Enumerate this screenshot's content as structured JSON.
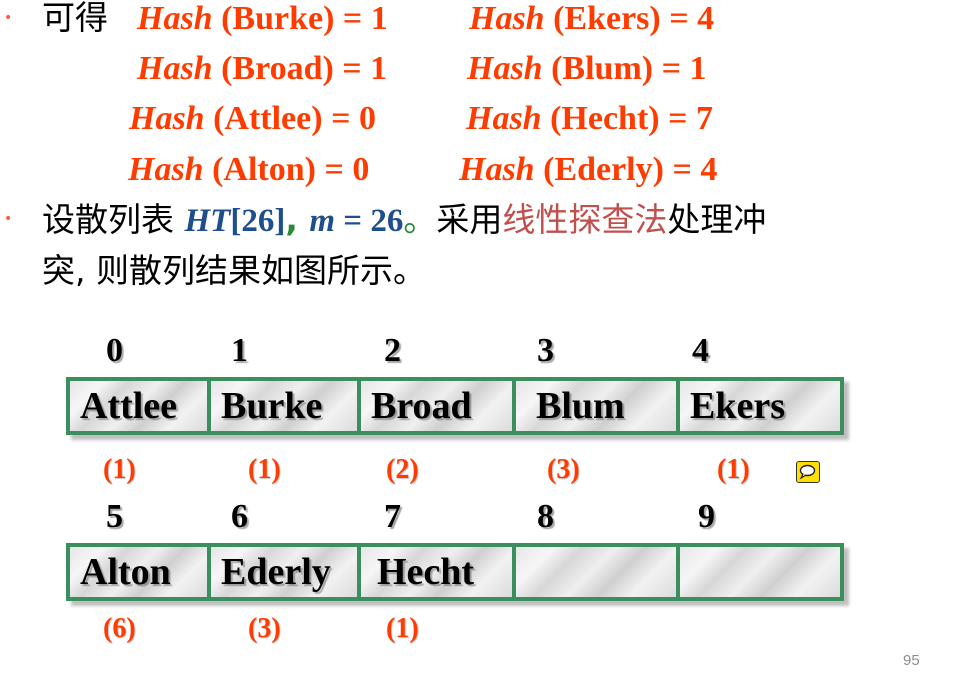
{
  "intro_label": "可得",
  "hash_word": "Hash",
  "hash_lines": [
    {
      "left": {
        "name": "(Burke) = 1"
      },
      "right": {
        "name": "(Ekers) = 4"
      }
    },
    {
      "left": {
        "name": "(Broad) = 1"
      },
      "right": {
        "name": "(Blum) = 1"
      }
    },
    {
      "left": {
        "name": "(Attlee) = 0"
      },
      "right": {
        "name": "(Hecht) = 7"
      }
    },
    {
      "left": {
        "name": "(Alton) = 0"
      },
      "right": {
        "name": "(Ederly) = 4"
      }
    }
  ],
  "para": {
    "part1": "设散列表 ",
    "ht": "HT",
    "ht_size": "[26]",
    "comma": ", ",
    "m_var": "m",
    "m_eq": " = 26",
    "period": "。",
    "part2": "采用",
    "method": "线性探查法",
    "part3": "处理冲",
    "line2": "突, 则散列结果如图所示。"
  },
  "table_rows": [
    {
      "indices": [
        "0",
        "1",
        "2",
        "3",
        "4"
      ],
      "cells": [
        "Attlee",
        "Burke",
        "Broad",
        "Blum",
        "Ekers"
      ],
      "counts": [
        "(1)",
        "(1)",
        "(2)",
        "(3)",
        "(1)"
      ]
    },
    {
      "indices": [
        "5",
        "6",
        "7",
        "8",
        "9"
      ],
      "cells": [
        "Alton",
        "Ederly",
        "Hecht",
        "",
        ""
      ],
      "counts": [
        "(6)",
        "(3)",
        "(1)",
        "",
        ""
      ]
    }
  ],
  "page_number": "95",
  "colors": {
    "hash_text": "#ff3c00",
    "table_border": "#3a8f5c",
    "ht_blue": "#1f4e8c",
    "method_red": "#c0504d"
  }
}
